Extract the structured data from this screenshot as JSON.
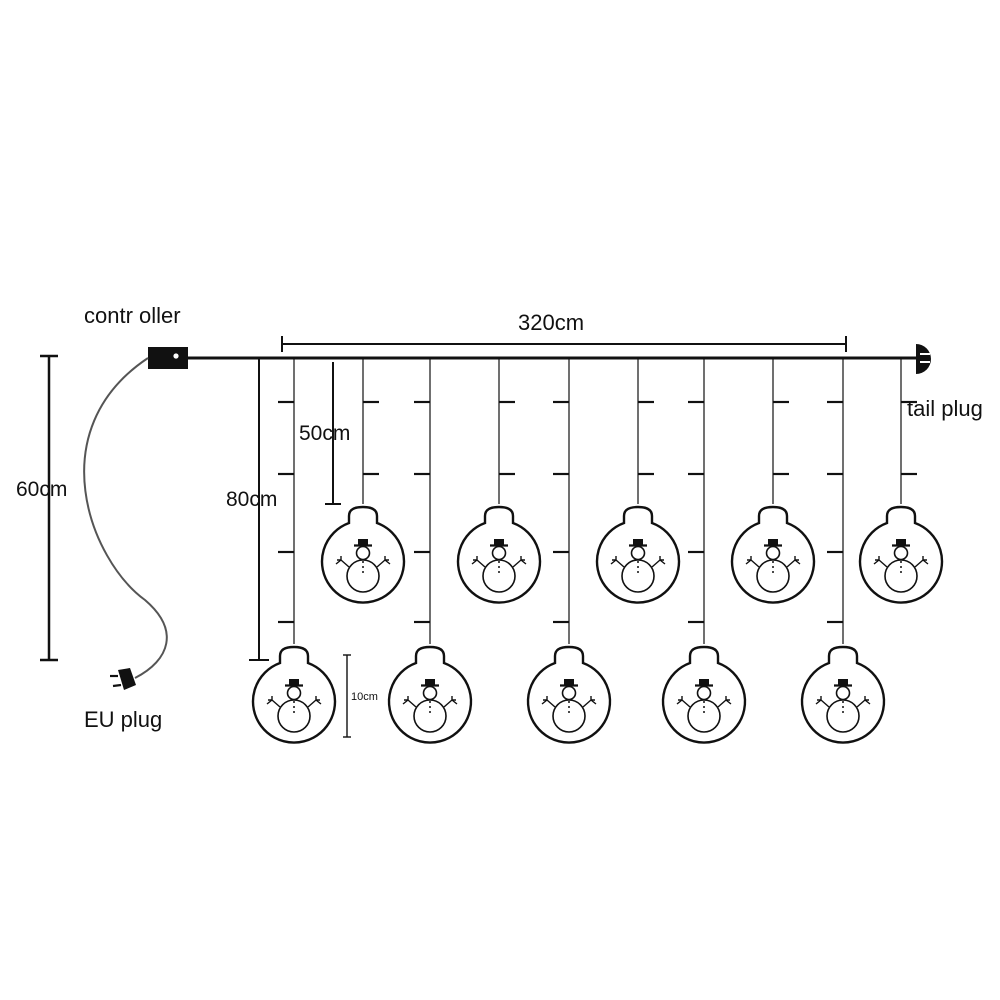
{
  "labels": {
    "controller": "contr oller",
    "tail_plug": "tail plug",
    "eu_plug": "EU plug",
    "width": "320cm",
    "short_drop": "50cm",
    "long_drop": "80cm",
    "cable": "60cm",
    "ball_size": "10cm"
  },
  "ornament_rows": {
    "upper": [
      "snowman-icon",
      "snowman-icon",
      "snowman-icon",
      "snowman-icon",
      "snowman-icon"
    ],
    "lower": [
      "snowman-icon",
      "snowman-icon",
      "snowman-icon",
      "snowman-icon",
      "snowman-icon"
    ]
  },
  "colors": {
    "line": "#111111",
    "wire": "#555555",
    "background": "#ffffff"
  }
}
